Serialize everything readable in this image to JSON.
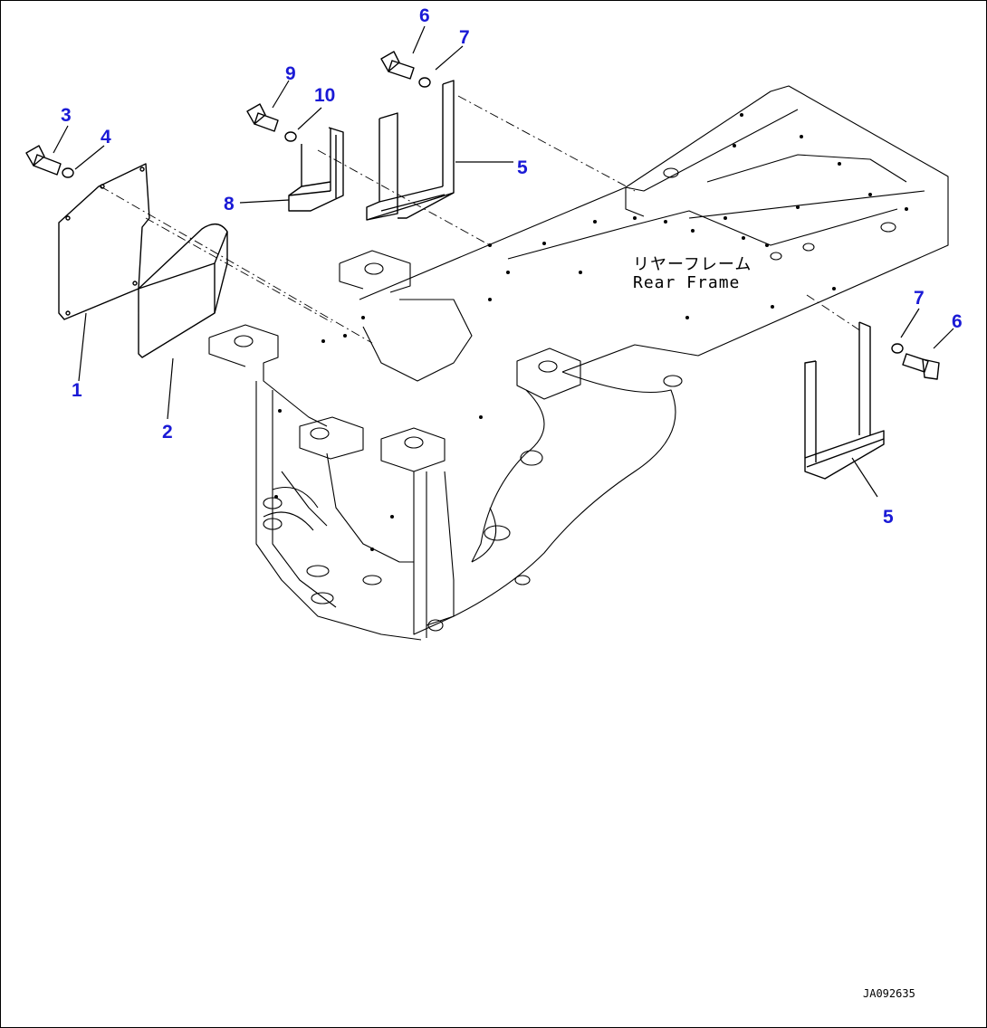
{
  "callouts": {
    "c1": "1",
    "c2": "2",
    "c3": "3",
    "c4": "4",
    "c5a": "5",
    "c5b": "5",
    "c6a": "6",
    "c6b": "6",
    "c7a": "7",
    "c7b": "7",
    "c8": "8",
    "c9": "9",
    "c10": "10"
  },
  "frame_label": {
    "jp": "リヤーフレーム",
    "en": "Rear Frame"
  },
  "drawing_id": "JA092635",
  "colors": {
    "callout": "#1a1ad6",
    "line": "#000000"
  }
}
